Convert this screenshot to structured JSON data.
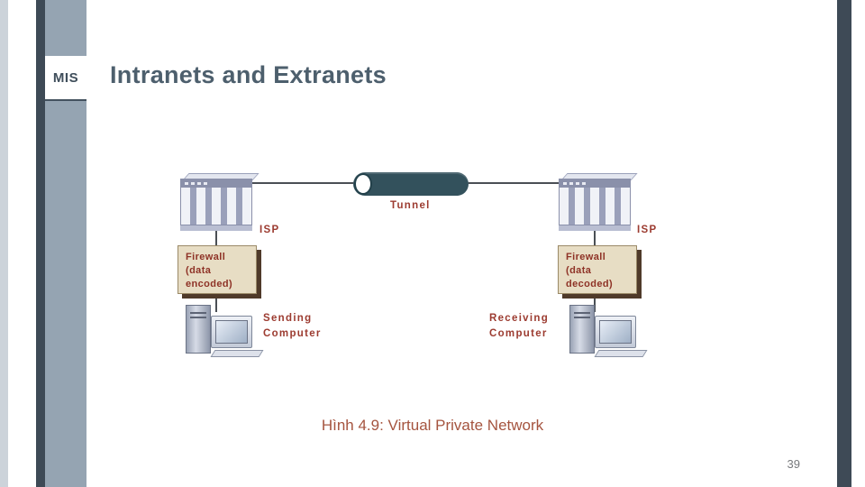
{
  "slide": {
    "logo": "MIS",
    "title": "Intranets and Extranets",
    "caption": "Hình 4.9: Virtual Private Network",
    "page_number": "39"
  },
  "diagram": {
    "left_isp": {
      "label": "ISP"
    },
    "right_isp": {
      "label": "ISP"
    },
    "tunnel": {
      "label": "Tunnel"
    },
    "left_firewall": {
      "text": "Firewall\n(data\nencoded)"
    },
    "right_firewall": {
      "text": "Firewall\n(data\ndecoded)"
    },
    "sending_computer": {
      "label": "Sending\nComputer"
    },
    "receiving_computer": {
      "label": "Receiving\nComputer"
    }
  },
  "colors": {
    "accent_bar": "#3e4a56",
    "side_column": "#95a4b2",
    "title": "#4d5f6d",
    "diagram_label": "#9c3b30",
    "tunnel": "#33515c",
    "firewall_bg": "#e7dcc4",
    "firewall_shadow": "#4f3a2a",
    "caption": "#a5543f"
  }
}
